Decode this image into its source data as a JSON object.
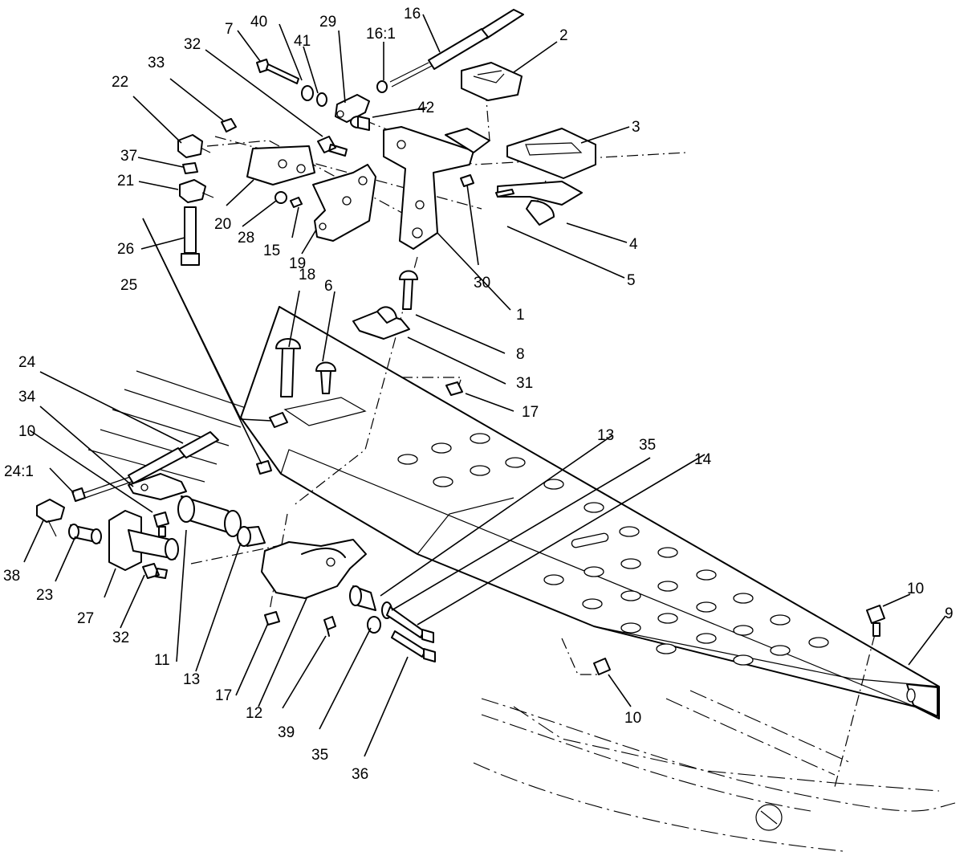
{
  "callouts": [
    "1",
    "2",
    "3",
    "4",
    "5",
    "6",
    "7",
    "8",
    "9",
    "10",
    "10",
    "10",
    "10",
    "11",
    "12",
    "13",
    "13",
    "14",
    "15",
    "16",
    "16:1",
    "17",
    "17",
    "18",
    "19",
    "20",
    "21",
    "22",
    "23",
    "24",
    "24:1",
    "25",
    "26",
    "27",
    "28",
    "29",
    "30",
    "31",
    "32",
    "32",
    "33",
    "34",
    "35",
    "35",
    "36",
    "37",
    "38",
    "39",
    "40",
    "41",
    "42"
  ]
}
